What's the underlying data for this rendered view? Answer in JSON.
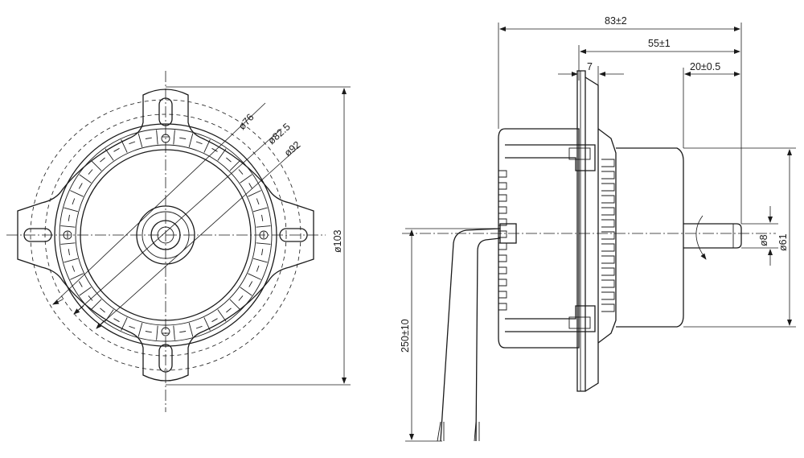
{
  "front_view": {
    "dia_76": "ø76",
    "dia_82_5": "ø82.5",
    "dia_92": "ø92",
    "dia_103": "ø103"
  },
  "side_view": {
    "len_83": "83±2",
    "len_55": "55±1",
    "len_7": "7",
    "len_20": "20±0.5",
    "dia_8": "ø8",
    "dia_61": "ø61",
    "lead_250": "250±10"
  }
}
